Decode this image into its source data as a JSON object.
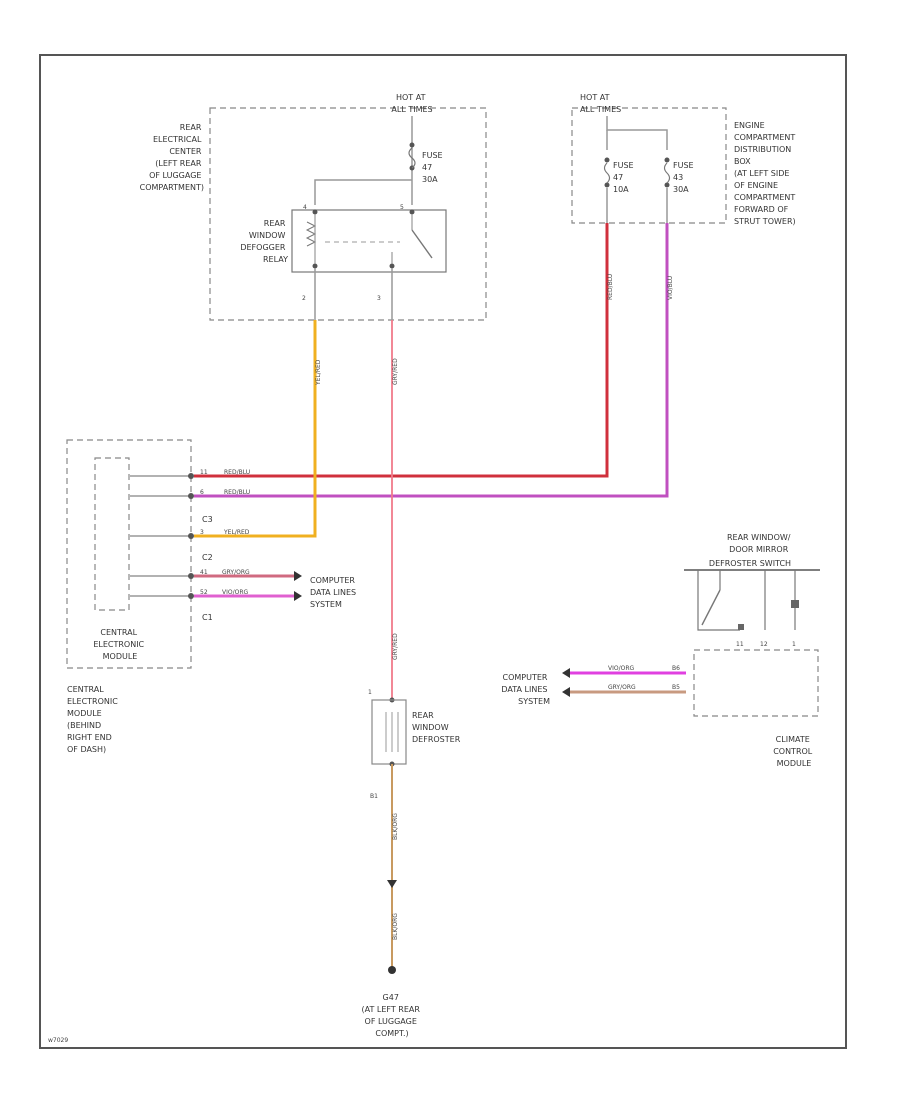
{
  "diagram_id": "w7029",
  "hot_relay": [
    "HOT AT",
    "ALL TIMES"
  ],
  "hot_engine": [
    "HOT AT",
    "ALL TIMES"
  ],
  "rear_center_label": [
    "REAR",
    "ELECTRICAL",
    "CENTER",
    "(LEFT REAR",
    "OF LUGGAGE",
    "COMPARTMENT)"
  ],
  "engine_box_label": [
    "ENGINE",
    "COMPARTMENT",
    "DISTRIBUTION",
    "BOX",
    "(AT LEFT SIDE",
    "OF ENGINE",
    "COMPARTMENT",
    "FORWARD OF",
    "STRUT TOWER)"
  ],
  "fuse_relay": [
    "FUSE",
    "47",
    "30A"
  ],
  "fuse_a": [
    "FUSE",
    "47",
    "10A"
  ],
  "fuse_b": [
    "FUSE",
    "43",
    "30A"
  ],
  "relay_label": [
    "REAR",
    "WINDOW",
    "DEFOGGER",
    "RELAY"
  ],
  "relay_pins": [
    "4",
    "5",
    "2",
    "3"
  ],
  "cem_inner": [
    "CENTRAL",
    "ELECTRONIC",
    "MODULE"
  ],
  "cem_location": [
    "CENTRAL",
    "ELECTRONIC",
    "MODULE",
    "(BEHIND",
    "RIGHT END",
    "OF DASH)"
  ],
  "cem_conn": [
    "C3",
    "C2",
    "C1"
  ],
  "cem_pins": [
    "11",
    "6",
    "3",
    "41",
    "52"
  ],
  "cem_wire_labels": [
    "RED/BLU",
    "RED/BLU",
    "YEL/RED",
    "GRY/ORG",
    "VIO/ORG"
  ],
  "cdl_left": [
    "COMPUTER",
    "DATA LINES",
    "SYSTEM"
  ],
  "cdl_right": [
    "COMPUTER",
    "DATA LINES",
    "SYSTEM"
  ],
  "defroster_label": [
    "REAR",
    "WINDOW",
    "DEFROSTER"
  ],
  "defroster_pins": [
    "1",
    "B1"
  ],
  "switch_label": [
    "REAR WINDOW/",
    "DOOR MIRROR",
    "DEFROSTER SWITCH"
  ],
  "switch_pins": [
    "11",
    "12",
    "1"
  ],
  "ccm_label": [
    "CLIMATE",
    "CONTROL",
    "MODULE"
  ],
  "ccm_pins": [
    "B6",
    "B5"
  ],
  "ccm_wire_labels": [
    "VIO/ORG",
    "GRY/ORG"
  ],
  "ground_label": [
    "G47",
    "(AT LEFT REAR",
    "OF LUGGAGE",
    "COMPT.)"
  ],
  "wire_labels": {
    "yel": "YEL/RED",
    "relay_out": "GRY/RED",
    "defroster_feed": "GRY/RED",
    "red": "RED/BLU",
    "violet": "VIO/BLU",
    "ground_upper": "BLK/ORG",
    "ground_lower": "BLK/ORG"
  },
  "colors": {
    "red_wire": "#d0303c",
    "violet_wire": "#c050c0",
    "yellow_wire": "#f0b020",
    "pink_wire": "#f06aa0",
    "magenta_wire": "#e040e0",
    "tan_wire": "#c89a60",
    "frame": "#555555",
    "dashed_box": "#888888"
  }
}
